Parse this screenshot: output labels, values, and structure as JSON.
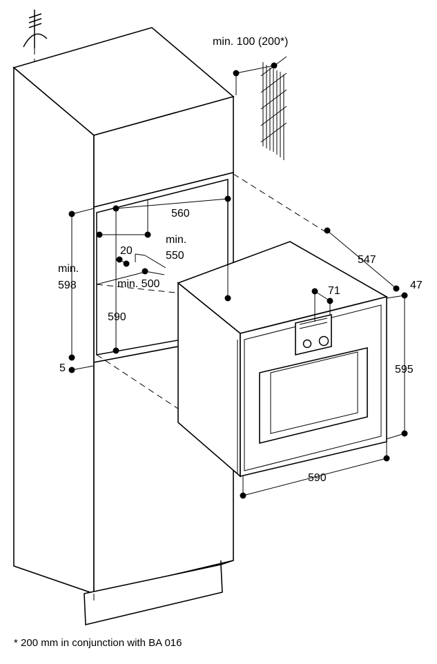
{
  "dimensions": {
    "top_clearance": "min. 100 (200*)",
    "niche_width": "560",
    "niche_depth_min": "min.",
    "niche_depth_value": "550",
    "rear_gap": "20",
    "floor_depth": "min. 500",
    "niche_height_min": "min.",
    "niche_height_value": "598",
    "niche_inner_height": "590",
    "base_offset": "5",
    "appliance_depth": "547",
    "front_offset": "47",
    "panel_height": "71",
    "appliance_height": "595",
    "appliance_width": "590"
  },
  "footnote": "* 200 mm in conjunction with BA 016",
  "icons": [
    "electrical-connection-icon",
    "electrical-connection-icon"
  ]
}
